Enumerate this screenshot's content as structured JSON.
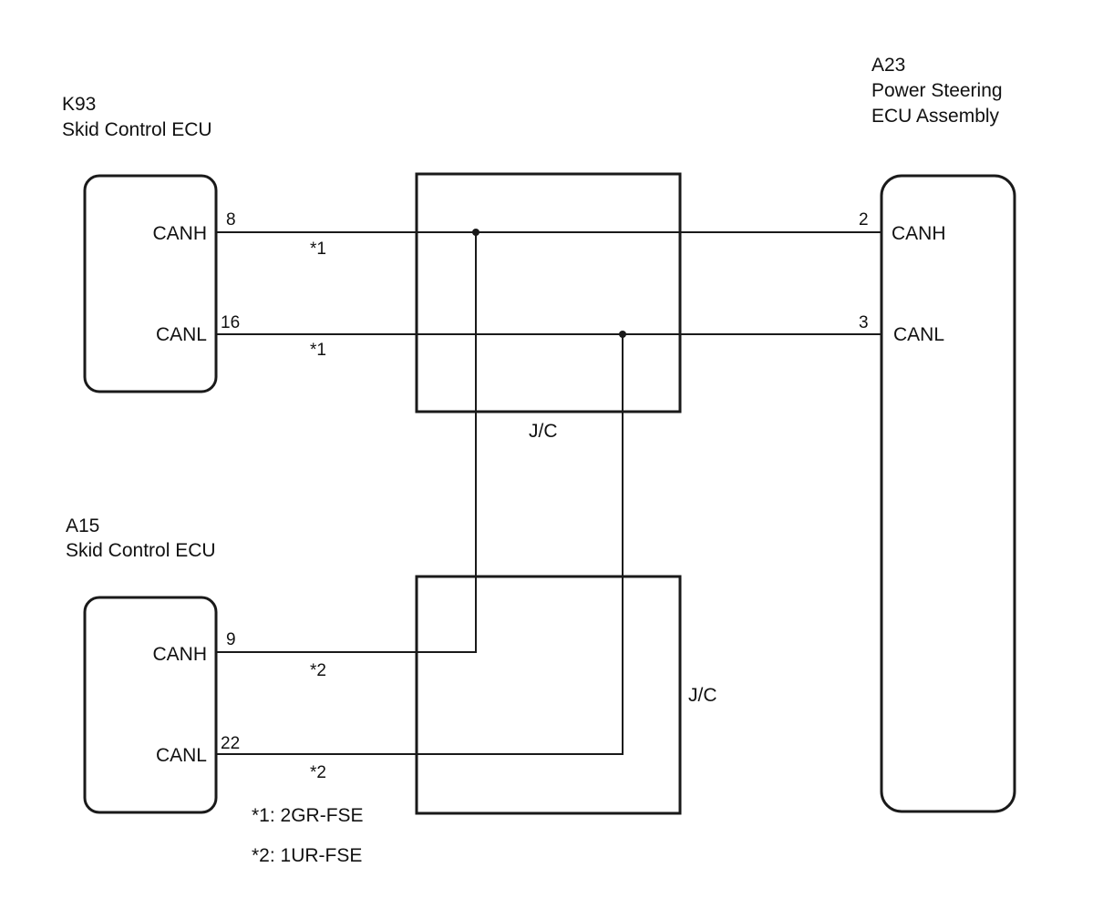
{
  "components": {
    "k93": {
      "code": "K93",
      "name": "Skid Control ECU",
      "pins": {
        "canh": {
          "label": "CANH",
          "num": "8"
        },
        "canl": {
          "label": "CANL",
          "num": "16"
        }
      }
    },
    "a15": {
      "code": "A15",
      "name": "Skid Control ECU",
      "pins": {
        "canh": {
          "label": "CANH",
          "num": "9"
        },
        "canl": {
          "label": "CANL",
          "num": "22"
        }
      }
    },
    "a23": {
      "code": "A23",
      "name_line1": "Power Steering",
      "name_line2": "ECU Assembly",
      "pins": {
        "canh": {
          "label": "CANH",
          "num": "2"
        },
        "canl": {
          "label": "CANL",
          "num": "3"
        }
      }
    }
  },
  "junctions": {
    "upper": "J/C",
    "lower": "J/C"
  },
  "wire_marks": {
    "k93": "*1",
    "a15": "*2"
  },
  "notes": [
    "*1: 2GR-FSE",
    "*2: 1UR-FSE"
  ]
}
